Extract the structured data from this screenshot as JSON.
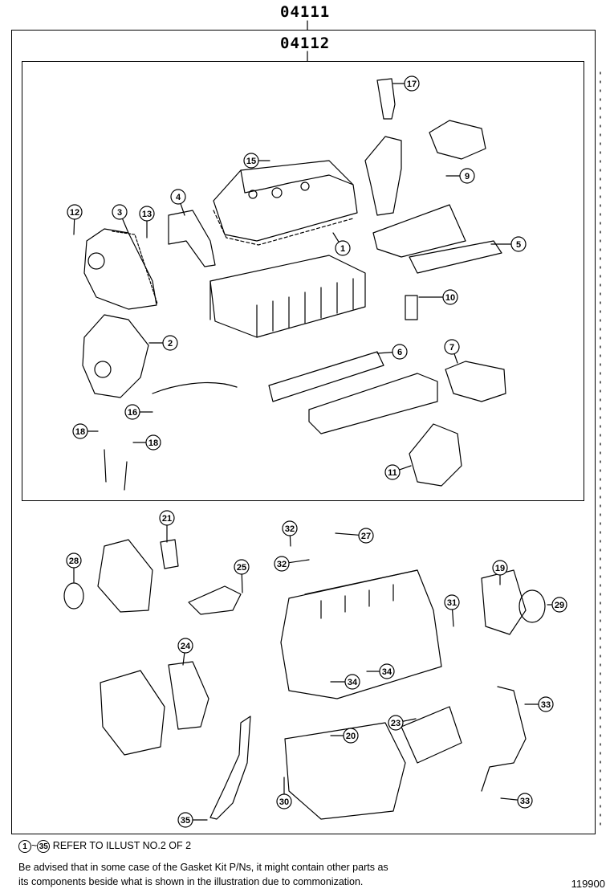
{
  "kits": {
    "outer_code": "04111",
    "inner_code": "04112"
  },
  "callouts": [
    {
      "id": "c1",
      "label": "1"
    },
    {
      "id": "c2",
      "label": "2"
    },
    {
      "id": "c3",
      "label": "3"
    },
    {
      "id": "c4",
      "label": "4"
    },
    {
      "id": "c5",
      "label": "5"
    },
    {
      "id": "c6",
      "label": "6"
    },
    {
      "id": "c7",
      "label": "7"
    },
    {
      "id": "c9",
      "label": "9"
    },
    {
      "id": "c10",
      "label": "10"
    },
    {
      "id": "c11",
      "label": "11"
    },
    {
      "id": "c12",
      "label": "12"
    },
    {
      "id": "c13",
      "label": "13"
    },
    {
      "id": "c15",
      "label": "15"
    },
    {
      "id": "c16",
      "label": "16"
    },
    {
      "id": "c17",
      "label": "17"
    },
    {
      "id": "c18a",
      "label": "18"
    },
    {
      "id": "c18b",
      "label": "18"
    },
    {
      "id": "c19",
      "label": "19"
    },
    {
      "id": "c20",
      "label": "20"
    },
    {
      "id": "c21",
      "label": "21"
    },
    {
      "id": "c23",
      "label": "23"
    },
    {
      "id": "c24",
      "label": "24"
    },
    {
      "id": "c25",
      "label": "25"
    },
    {
      "id": "c27",
      "label": "27"
    },
    {
      "id": "c28",
      "label": "28"
    },
    {
      "id": "c29",
      "label": "29"
    },
    {
      "id": "c30",
      "label": "30"
    },
    {
      "id": "c31",
      "label": "31"
    },
    {
      "id": "c32a",
      "label": "32"
    },
    {
      "id": "c32b",
      "label": "32"
    },
    {
      "id": "c33a",
      "label": "33"
    },
    {
      "id": "c33b",
      "label": "33"
    },
    {
      "id": "c34a",
      "label": "34"
    },
    {
      "id": "c34b",
      "label": "34"
    },
    {
      "id": "c35",
      "label": "35"
    }
  ],
  "footer": {
    "range_start": "1",
    "range_end": "35",
    "range_tilde": "~",
    "refer_text": "REFER TO ILLUST NO.2 OF 2",
    "advisory_line1": "Be advised that in some case of the Gasket Kit P/Ns,  it might contain other parts as",
    "advisory_line2": "its components beside what is shown in the illustration due to commonization.",
    "illustration_number": "119900"
  }
}
